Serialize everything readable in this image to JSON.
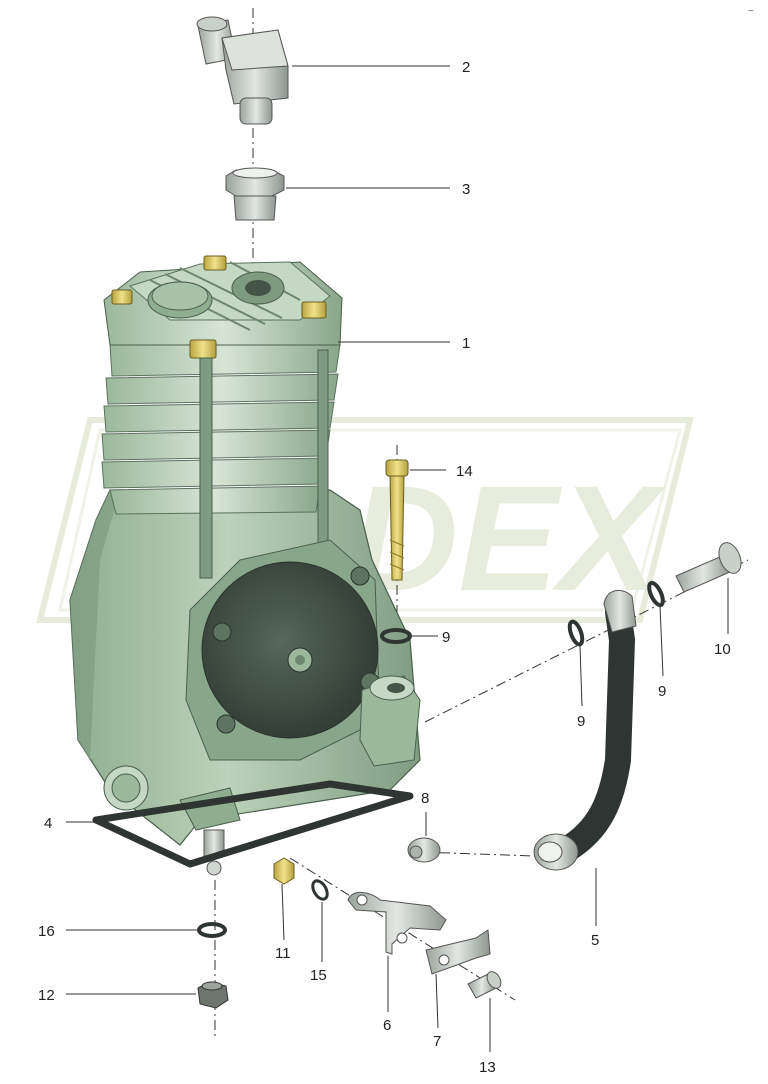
{
  "diagram": {
    "watermark": "DEX",
    "corner_mark": "~",
    "colors": {
      "body": "#a9c3a8",
      "body_dark": "#6f8c72",
      "body_light": "#d4e3d2",
      "cover": "#3d4c42",
      "brass": "#d6c45a",
      "hose": "#2f3532",
      "watermark": "#e6ead9"
    },
    "callouts": [
      {
        "id": "1",
        "label": "1"
      },
      {
        "id": "2",
        "label": "2"
      },
      {
        "id": "3",
        "label": "3"
      },
      {
        "id": "4",
        "label": "4"
      },
      {
        "id": "5",
        "label": "5"
      },
      {
        "id": "6",
        "label": "6"
      },
      {
        "id": "7",
        "label": "7"
      },
      {
        "id": "8",
        "label": "8"
      },
      {
        "id": "9a",
        "label": "9"
      },
      {
        "id": "9b",
        "label": "9"
      },
      {
        "id": "9c",
        "label": "9"
      },
      {
        "id": "10",
        "label": "10"
      },
      {
        "id": "11",
        "label": "11"
      },
      {
        "id": "12",
        "label": "12"
      },
      {
        "id": "13",
        "label": "13"
      },
      {
        "id": "14",
        "label": "14"
      },
      {
        "id": "15",
        "label": "15"
      },
      {
        "id": "16",
        "label": "16"
      }
    ]
  }
}
